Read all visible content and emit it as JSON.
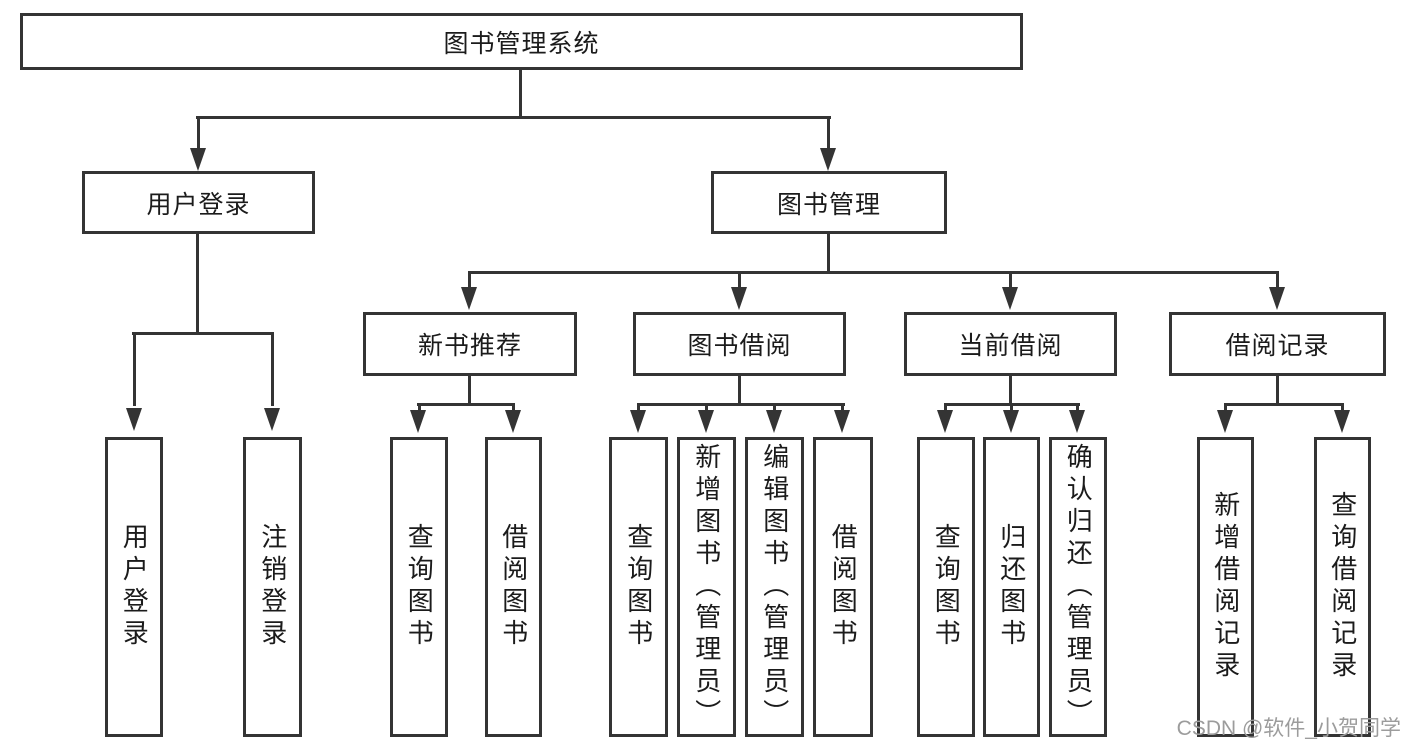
{
  "nodes": {
    "root": "图书管理系统",
    "l1": [
      "用户登录",
      "图书管理"
    ],
    "l2": [
      "新书推荐",
      "图书借阅",
      "当前借阅",
      "借阅记录"
    ],
    "leaves_login": [
      "用户登录",
      "注销登录"
    ],
    "leaves_recommend": [
      "查询图书",
      "借阅图书"
    ],
    "leaves_borrow": [
      "查询图书",
      "新增图书（管理员）",
      "编辑图书（管理员）",
      "借阅图书"
    ],
    "leaves_current": [
      "查询图书",
      "归还图书",
      "确认归还（管理员）"
    ],
    "leaves_record": [
      "新增借阅记录",
      "查询借阅记录"
    ]
  },
  "watermark": "CSDN @软件_小贺同学",
  "colors": {
    "line": "#343434",
    "text": "#1b1b1b",
    "watermark": "#9c9c9c",
    "background": "#ffffff"
  }
}
